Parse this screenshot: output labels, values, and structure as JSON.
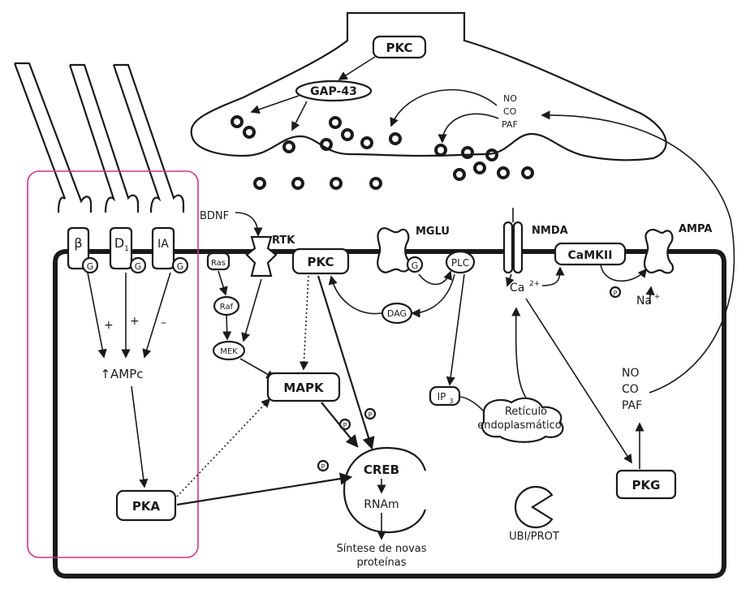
{
  "presynaptic": {
    "pkc": "PKC",
    "gap43": "GAP-43",
    "retro_no": "NO",
    "retro_co": "CO",
    "retro_paf": "PAF"
  },
  "receptors": {
    "beta": "β",
    "d1": "D",
    "d1_sub": "1",
    "ia": "IA",
    "g": "G"
  },
  "signs": {
    "plus1": "+",
    "plus2": "+",
    "minus": "–"
  },
  "labels": {
    "ampc": "↑AMPc",
    "pka": "PKA",
    "bdnf": "BDNF",
    "rtk": "RTK",
    "ras": "Ras",
    "raf": "Raf",
    "mek": "MEK",
    "mapk": "MAPK",
    "pkc": "PKC",
    "mglu": "MGLU",
    "plc": "PLC",
    "dag": "DAG",
    "ip3": "IP",
    "ip3_sub": "3",
    "reticulo_1": "Retículo",
    "reticulo_2": "endoplasmático",
    "nmda": "NMDA",
    "ca": "Ca",
    "ca_sup": "2+",
    "camkii": "CaMKII",
    "ampa": "AMPA",
    "na": "Na",
    "na_sup": "+",
    "p": "P",
    "creb": "CREB",
    "rnam": "RNAm",
    "sintese_1": "Síntese de novas",
    "sintese_2": "proteínas",
    "ubi": "UBI/PROT",
    "pkg": "PKG",
    "no": "NO",
    "co": "CO",
    "paf": "PAF"
  },
  "colors": {
    "highlight": "#d0318a",
    "ink": "#1a1a1a"
  }
}
